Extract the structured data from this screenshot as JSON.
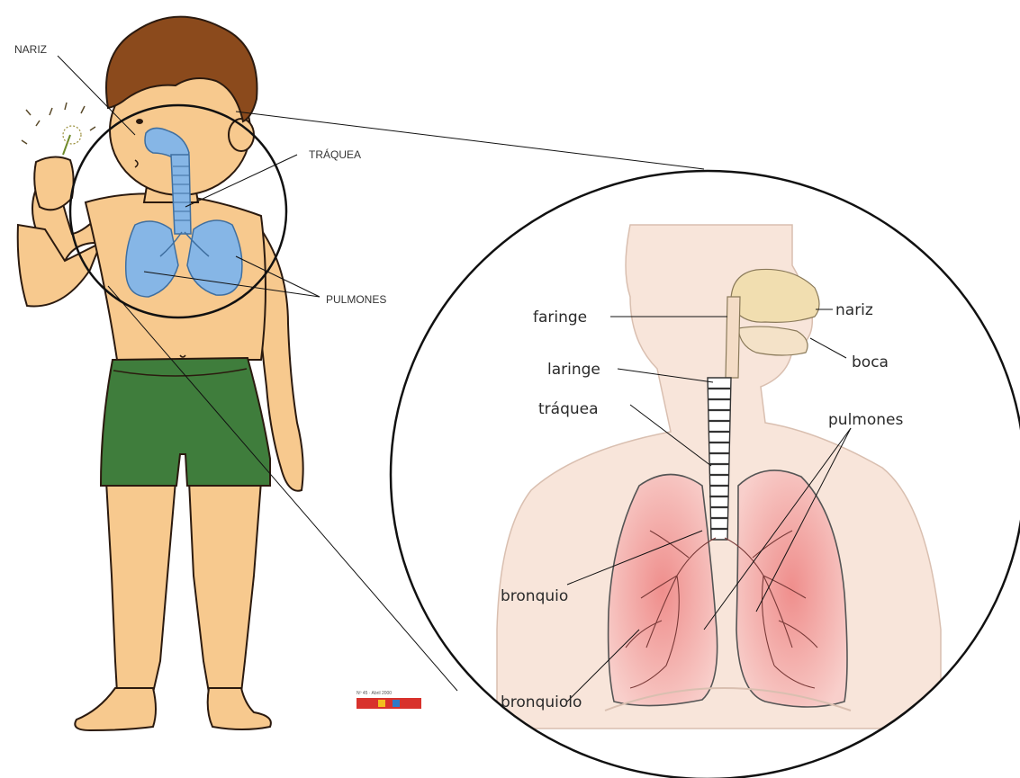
{
  "boy_labels": {
    "nose": "NARIZ",
    "trachea": "TRÁQUEA",
    "lungs": "PULMONES"
  },
  "detail_labels": {
    "pharynx": "faringe",
    "nose": "nariz",
    "mouth": "boca",
    "larynx": "laringe",
    "trachea": "tráquea",
    "lungs": "pulmones",
    "bronchus": "bronquio",
    "bronchiole": "bronquiolo"
  },
  "magazine_badge": {
    "issue": "Nº 45 · Abril 2000"
  },
  "colors": {
    "skin": "#f7c98e",
    "hair": "#8b4a1c",
    "shorts": "#3f7d3c",
    "airway": "#86b6e6",
    "lung_tissue": "#f3a9a6",
    "detail_skin": "#f8e5da"
  }
}
